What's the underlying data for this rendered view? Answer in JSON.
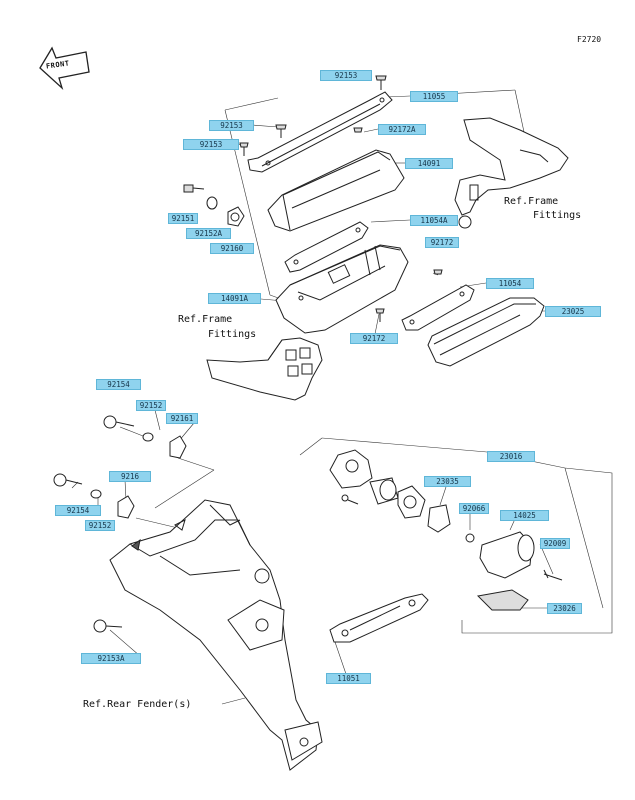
{
  "figure_id": "F2720",
  "front_label": "FRONT",
  "refs": {
    "frame_fittings_right_line1": "Ref.Frame",
    "frame_fittings_right_line2": "Fittings",
    "frame_fittings_left_line1": "Ref.Frame",
    "frame_fittings_left_line2": "Fittings",
    "rear_fender": "Ref.Rear Fender(s)"
  },
  "labels": {
    "c92153_a": "92153",
    "c11055": "11055",
    "c92153_b": "92153",
    "c92153_c": "92153",
    "c92172_a": "92172A",
    "c14091": "14091",
    "c92151": "92151",
    "c92152a": "92152A",
    "c92160": "92160",
    "c11054a": "11054A",
    "c92172_b": "92172",
    "c11054": "11054",
    "c14091a": "14091A",
    "c23025": "23025",
    "c92172_c": "92172",
    "c92154_a": "92154",
    "c92152_a": "92152",
    "c92161": "92161",
    "c23016": "23016",
    "c23035": "23035",
    "c9216": "9216",
    "c92154_b": "92154",
    "c92152_b": "92152",
    "c92066": "92066",
    "c14025": "14025",
    "c92009": "92009",
    "c23026": "23026",
    "c92153a": "92153A",
    "c11051": "11051"
  }
}
